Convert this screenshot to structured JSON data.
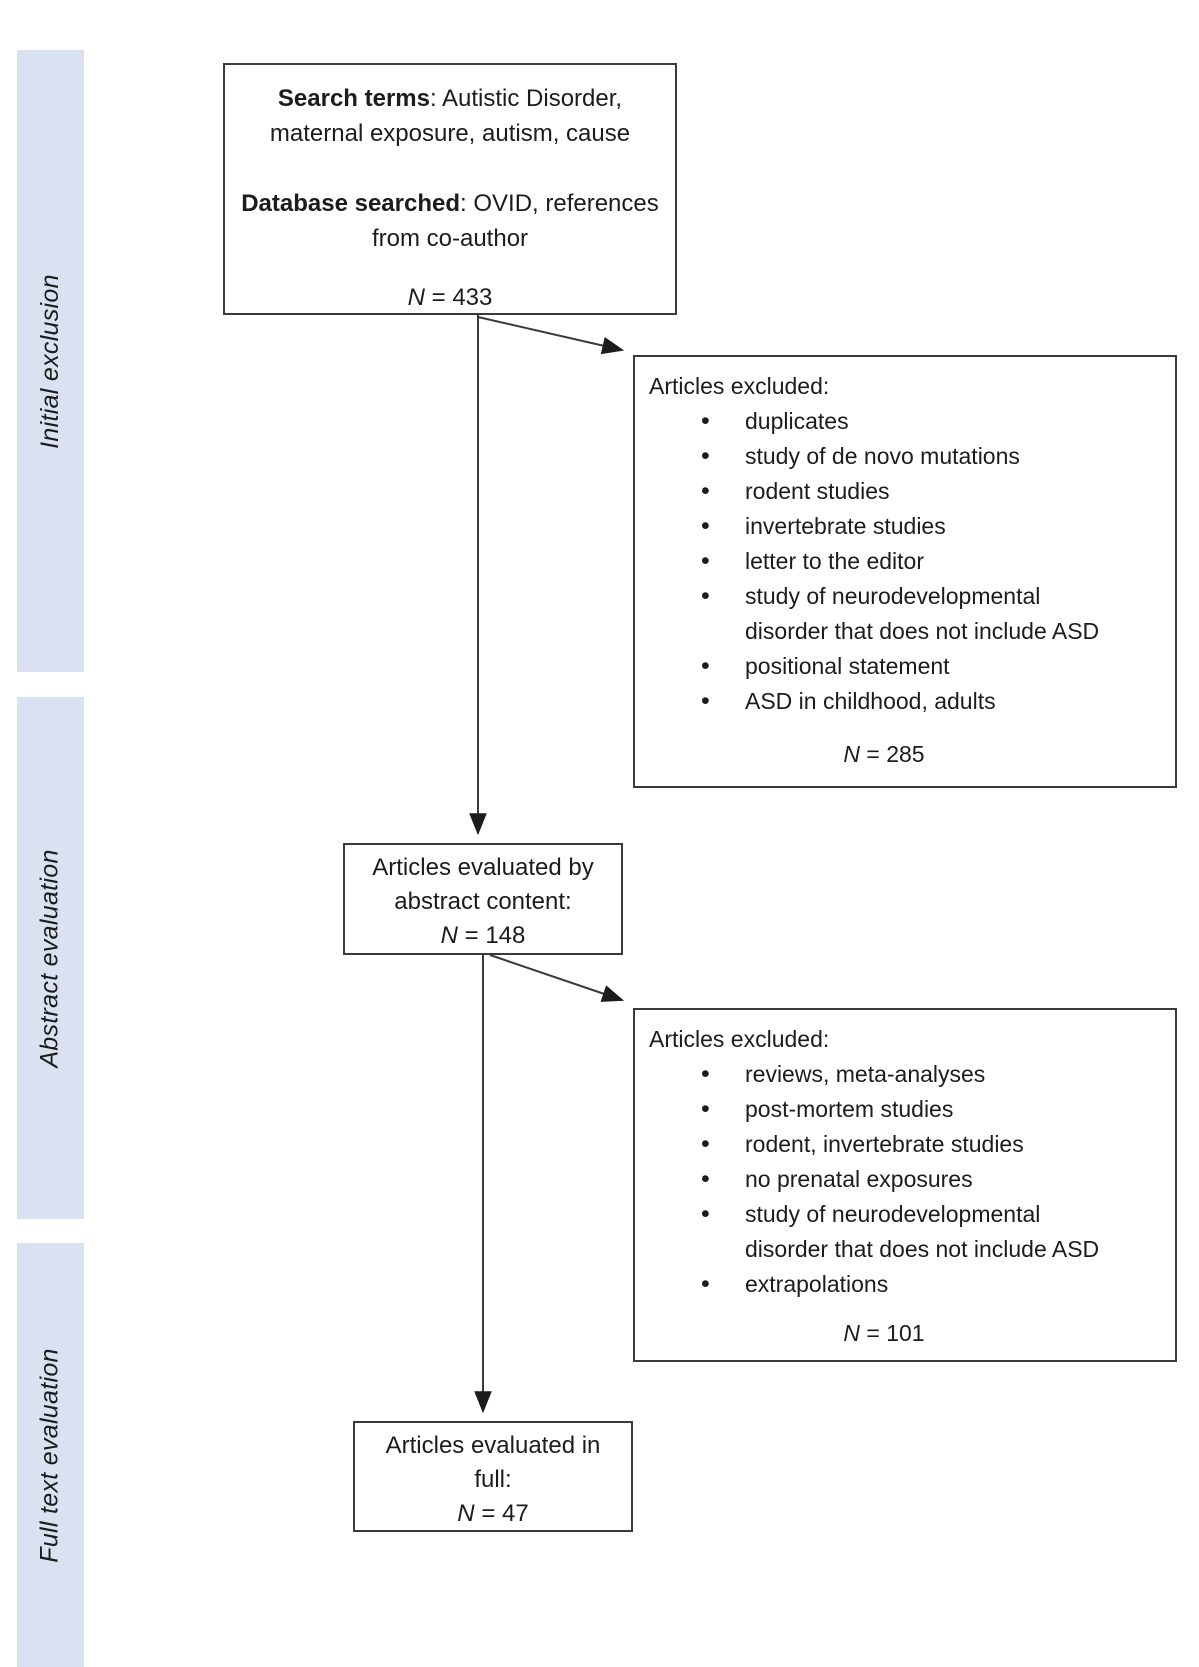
{
  "canvas": {
    "background": "#ffffff",
    "border_color": "#3a3a3a",
    "text_color": "#1c1c1c"
  },
  "stages": {
    "bar_color": "#dae1f1",
    "items": [
      {
        "label": "Initial exclusion"
      },
      {
        "label": "Abstract evaluation"
      },
      {
        "label": "Full text evaluation"
      }
    ]
  },
  "glyphs": {
    "bullet": "•"
  },
  "search_box": {
    "terms_label": "Search terms",
    "terms_text": ": Autistic Disorder,",
    "terms_line2": "maternal exposure, autism, cause",
    "database_label": "Database searched",
    "database_text": ": OVID, references",
    "database_line2": "from co-author",
    "n_var": "N",
    "n_value": "= 433"
  },
  "exclusion_box_1": {
    "heading": "Articles excluded:",
    "bullets": [
      "duplicates",
      "study of de novo mutations",
      "rodent studies",
      "invertebrate studies",
      "letter to the editor",
      "study of neurodevelopmental disorder that does not include ASD",
      "positional statement",
      "ASD in childhood, adults"
    ],
    "n_var": "N",
    "n_value": "= 285"
  },
  "abstract_box": {
    "line1": "Articles evaluated by",
    "line2": "abstract content:",
    "n_var": "N",
    "n_value": "= 148"
  },
  "exclusion_box_2": {
    "heading": "Articles excluded:",
    "bullets": [
      "reviews, meta-analyses",
      "post-mortem studies",
      "rodent, invertebrate studies",
      "no prenatal exposures",
      "study of neurodevelopmental disorder that does not include ASD",
      "extrapolations"
    ],
    "n_var": "N",
    "n_value": "= 101"
  },
  "fulltext_box": {
    "line1": "Articles evaluated in",
    "line2": "full:",
    "n_var": "N",
    "n_value": "= 47"
  }
}
